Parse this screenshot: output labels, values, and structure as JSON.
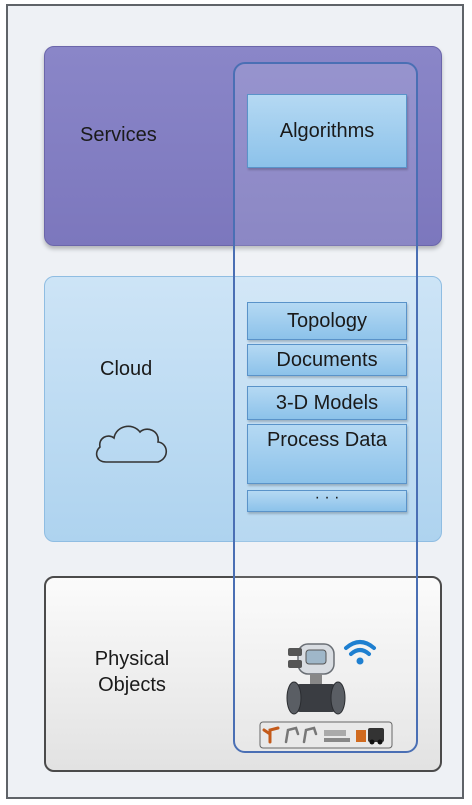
{
  "layers": {
    "services": {
      "label": "Services"
    },
    "cloud": {
      "label": "Cloud"
    },
    "physical": {
      "label": "Physical Objects"
    }
  },
  "column": {
    "algorithms": "Algorithms",
    "topology": "Topology",
    "documents": "Documents",
    "models": "3-D Models",
    "process_data": "Process Data",
    "more": "· · ·"
  },
  "icons": {
    "cloud": "cloud-icon",
    "devices": "industrial-devices-icon",
    "wifi": "wifi-icon"
  },
  "colors": {
    "services": "#7c77bd",
    "cloud": "#aed3ef",
    "physical": "#e6e6e6",
    "column_border": "#4a6fb4",
    "box": "#9ccbee"
  }
}
